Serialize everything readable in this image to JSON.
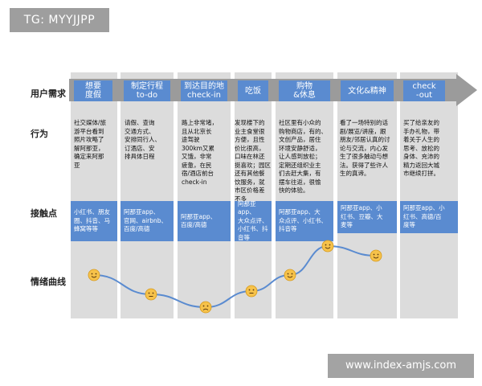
{
  "corner_tag": "TG: MYYJJPP",
  "watermark": "www.index-amjs.com",
  "rows": {
    "needs": "用户需求",
    "behavior": "行为",
    "touchpoint": "接触点",
    "emotion": "情绪曲线"
  },
  "stages": [
    {
      "title": "想要\n度假",
      "behavior": "社交媒体/旅\n游平台看到\n照片攻略了\n解阿那亚，\n确定来阿那\n亚",
      "touchpoint": "小红书、朋友\n圈、抖音、马\n蜂窝等等",
      "mood": "happy"
    },
    {
      "title": "制定行程\nto-do",
      "behavior": "请假、查询\n交通方式、\n安排同行人、\n订酒店、安\n排具体日程",
      "touchpoint": "阿那亚app、\n官网、airbnb、\n百度/高德",
      "mood": "neutral"
    },
    {
      "title": "到达目的地\ncheck-in",
      "behavior": "路上非常堵，\n且从北京长\n途驾驶\n300km又累\n又饿，非常\n疲惫，在民\n宿/酒店前台\ncheck-in",
      "touchpoint": "阿那亚app、\n百度/高德",
      "mood": "tired"
    },
    {
      "title": "吃饭",
      "behavior": "发现楼下的\n业主食堂很\n方便，且性\n价比很高，\n口味在林还\n挺喜欢；园区\n还有其他餐\n饮服务，就\n市区价格差\n不多",
      "touchpoint": "阿那亚app、\n大众点评、\n小红书、抖\n音等",
      "mood": "neutral"
    },
    {
      "title": "购物\n&休息",
      "behavior": "社区里有小众的\n购物商店，有的、\n文创产品，居住\n环境安静舒适，\n让人感到放松；\n定期还组织业主\n们去赶大集，有\n摆车往返，很愉\n快的体验。",
      "touchpoint": "阿那亚app、大\n众点评、小红书、\n抖音等",
      "mood": "happy"
    },
    {
      "title": "文化&精神",
      "behavior": "看了一场特别的话\n剧/展览/讲座，跟\n朋友/邻居认真的讨\n论与交流，内心发\n生了很多触动与想\n法。获得了些许人\n生的真谛。",
      "touchpoint": "阿那亚app、小\n红书、豆瓣、大\n麦等",
      "mood": "happy"
    },
    {
      "title": "check\n-out",
      "behavior": "买了给亲友的\n手办礼物，带\n着关于人生的\n思考、放松的\n身体、充沛的\n精力返回大城\n市继续打拼。",
      "touchpoint": "阿那亚app、小\n红书、高德/百\n度等",
      "mood": "happy"
    }
  ],
  "emotion_levels": [
    0.55,
    0.25,
    0.05,
    0.3,
    0.55,
    1.0,
    0.85
  ],
  "colors": {
    "arrow": "#9b9b9b",
    "stage_box": "#5a8bd0",
    "column_bg": "#dcdcdc",
    "touch_box": "#5a8bd0",
    "curve": "#5a8bd0",
    "face": "#f6c24a"
  }
}
